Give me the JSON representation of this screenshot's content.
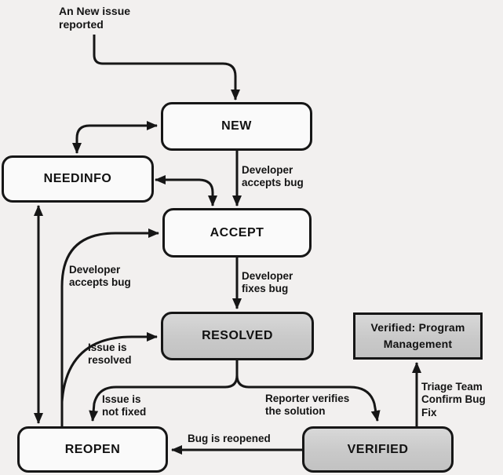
{
  "diagram": {
    "type": "flowchart",
    "subject": "bug issue lifecycle states",
    "colors": {
      "background": "#f2f0ef",
      "node_fill_light": "#fafafa",
      "node_fill_gray": "#cccccc",
      "line": "#161616",
      "text": "#141414"
    }
  },
  "nodes": {
    "new": {
      "label": "NEW"
    },
    "needinfo": {
      "label": "NEEDINFO"
    },
    "accept": {
      "label": "ACCEPT"
    },
    "resolved": {
      "label": "RESOLVED"
    },
    "reopen": {
      "label": "REOPEN"
    },
    "verified": {
      "label": "VERIFIED"
    },
    "verified_pm": {
      "label": "Verified: Program\nManagement"
    }
  },
  "edge_labels": {
    "new_issue": "An New issue\nreported",
    "dev_accepts_top": "Developer\naccepts bug",
    "dev_fixes": "Developer\nfixes bug",
    "dev_accepts_left": "Developer\naccepts bug",
    "issue_resolved": "Issue is\nresolved",
    "issue_not_fixed": "Issue is\nnot fixed",
    "reporter_verifies": "Reporter verifies\nthe solution",
    "bug_reopened": "Bug is reopened",
    "triage": "Triage Team\nConfirm Bug Fix"
  },
  "edges": [
    {
      "from": "start",
      "to": "NEW",
      "label": "An New issue reported",
      "bidirectional": false
    },
    {
      "from": "NEW",
      "to": "NEEDINFO",
      "label": "",
      "bidirectional": true
    },
    {
      "from": "NEW",
      "to": "ACCEPT",
      "label": "Developer accepts bug",
      "bidirectional": false
    },
    {
      "from": "NEEDINFO",
      "to": "ACCEPT",
      "label": "",
      "bidirectional": true
    },
    {
      "from": "ACCEPT",
      "to": "RESOLVED",
      "label": "Developer fixes bug",
      "bidirectional": false
    },
    {
      "from": "REOPEN",
      "to": "ACCEPT",
      "label": "Developer accepts bug",
      "bidirectional": false
    },
    {
      "from": "REOPEN",
      "to": "RESOLVED",
      "label": "Issue is resolved",
      "bidirectional": false
    },
    {
      "from": "NEEDINFO",
      "to": "REOPEN",
      "label": "",
      "bidirectional": true
    },
    {
      "from": "RESOLVED",
      "to": "REOPEN",
      "label": "Issue is not fixed",
      "bidirectional": false
    },
    {
      "from": "RESOLVED",
      "to": "VERIFIED",
      "label": "Reporter verifies the solution",
      "bidirectional": false
    },
    {
      "from": "VERIFIED",
      "to": "REOPEN",
      "label": "Bug is reopened",
      "bidirectional": false
    },
    {
      "from": "VERIFIED",
      "to": "Verified: Program Management",
      "label": "Triage Team Confirm Bug Fix",
      "bidirectional": false
    }
  ]
}
